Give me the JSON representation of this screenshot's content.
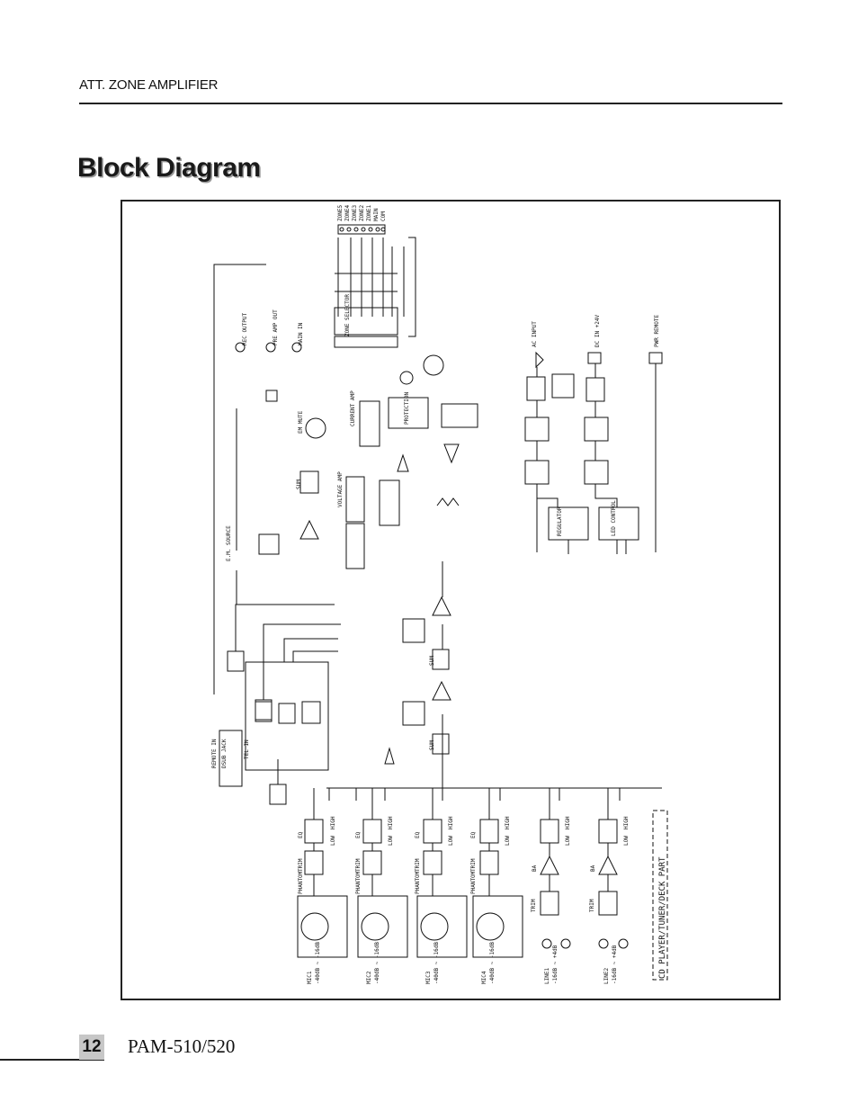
{
  "header": {
    "section": "ATT. ZONE AMPLIFIER"
  },
  "page": {
    "title": "Block Diagram",
    "number": "12",
    "model": "PAM-510/520"
  },
  "diagram": {
    "inputs": [
      {
        "name": "MIC1",
        "level": "-40dB ~ -16dB"
      },
      {
        "name": "MIC2",
        "level": "-40dB ~ -16dB"
      },
      {
        "name": "MIC3",
        "level": "-40dB ~ -16dB"
      },
      {
        "name": "MIC4",
        "level": "-40dB ~ -16dB"
      },
      {
        "name": "LINE1",
        "level": "-16dB ~ +4dB"
      },
      {
        "name": "LINE2",
        "level": "-16dB ~ +4dB"
      }
    ],
    "labels": {
      "phantom": "PHANTOM",
      "trim": "TRIM",
      "eq": "EQ",
      "high": "HIGH",
      "low": "LOW",
      "ba": "BA",
      "sum": "SUM",
      "cd_part": "CD PLAYER/TUNER/DECK PART",
      "remote_in": "REMOTE IN",
      "dsub_jack": "DSUB JACK",
      "tel_in": "TEL IN",
      "em_source": "E.M. SOURCE",
      "em_mute": "EM MUTE",
      "voltage_amp": "VOLTAGE AMP",
      "current_amp": "CURRENT AMP",
      "protection": "PROTECTION",
      "rec_output": "REC OUTPUT",
      "pre_amp_out": "PRE AMP OUT",
      "main_in": "MAIN IN",
      "zone_selector": "ZONE SELECTOR",
      "ac_input": "AC INPUT",
      "dc_in": "DC IN +24V",
      "pwr_remote": "PWR REMOTE",
      "regulator": "REGULATOR",
      "led_control": "LED CONTROL",
      "zones": [
        "ZONE5",
        "ZONE4",
        "ZONE3",
        "ZONE2",
        "ZONE1",
        "MAIN",
        "COM"
      ]
    }
  }
}
